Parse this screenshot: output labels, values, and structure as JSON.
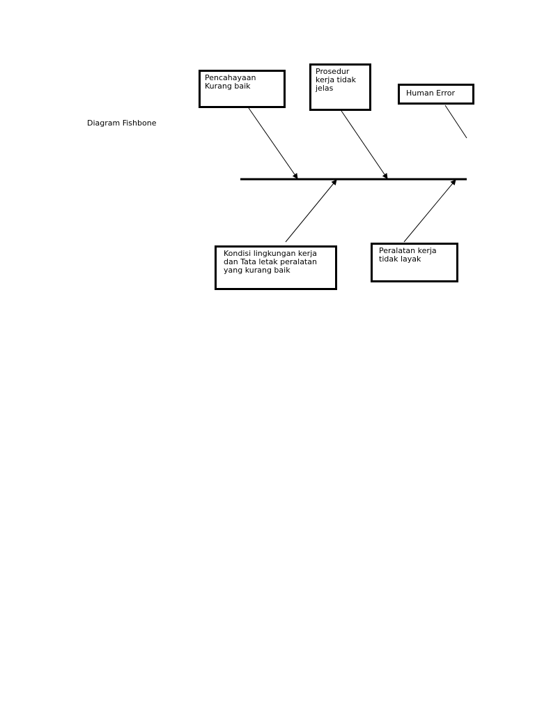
{
  "title": "Diagram Fishbone",
  "causes": {
    "pencahayaan": "Pencahayaan\nKurang baik",
    "prosedur": "Prosedur\nkerja tidak\njelas",
    "human_error": "Human Error",
    "kondisi": "Kondisi lingkungan kerja\ndan Tata letak peralatan\nyang kurang baik",
    "peralatan": "Peralatan kerja\ntidak layak"
  }
}
